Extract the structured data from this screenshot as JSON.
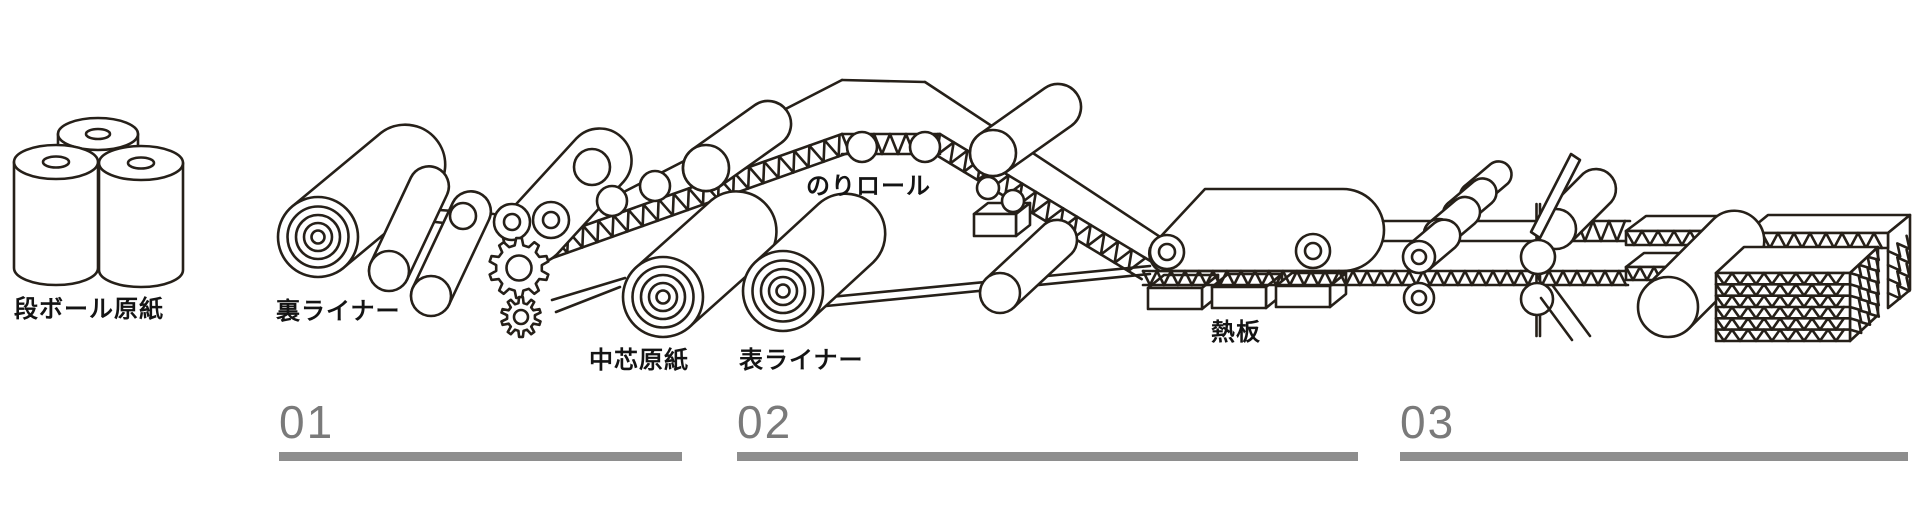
{
  "labels": {
    "raw_paper": "段ボール原紙",
    "back_liner": "裏ライナー",
    "core_paper": "中芯原紙",
    "front_liner": "表ライナー",
    "glue_roll": "のりロール",
    "hot_plate": "熱板"
  },
  "steps": [
    {
      "number": "01"
    },
    {
      "number": "02"
    },
    {
      "number": "03"
    }
  ],
  "colors": {
    "line": "#262019",
    "label_text": "#141414",
    "step_number": "#7a7a7a",
    "step_bar": "#8e8e8e",
    "background": "#ffffff"
  }
}
